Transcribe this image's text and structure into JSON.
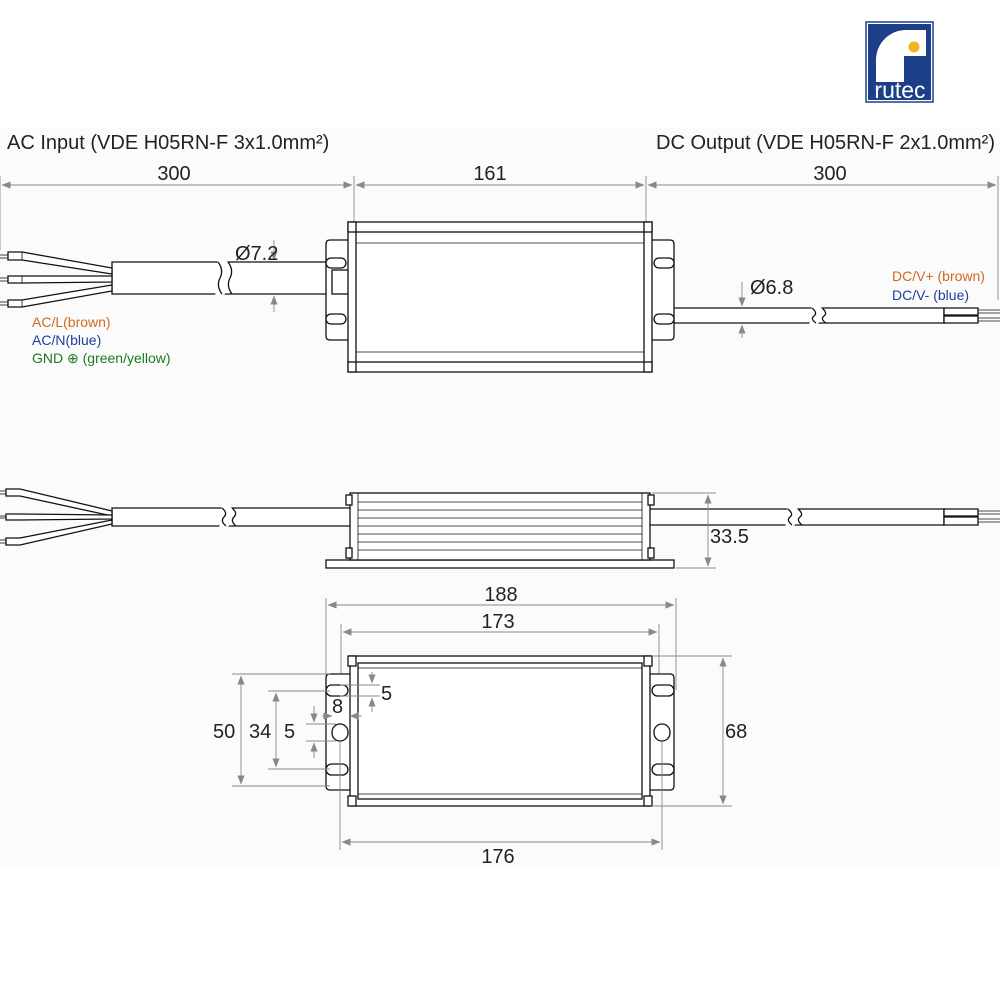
{
  "logo": {
    "text": "rutec",
    "colors": {
      "blue": "#1d3f8a",
      "yellow": "#f2b51e"
    }
  },
  "headers": {
    "ac_input": "AC Input (VDE H05RN-F 3x1.0mm²)",
    "dc_output": "DC Output (VDE H05RN-F 2x1.0mm²)"
  },
  "dims": {
    "ac_length": "300",
    "body_length": "161",
    "dc_length": "300",
    "ac_diameter": "Ø7.2",
    "dc_diameter": "Ø6.8",
    "height": "33.5",
    "overall_length": "188",
    "mount_length": "173",
    "hole_pitch": "176",
    "width": "68",
    "w50": "50",
    "w34": "34",
    "w5a": "5",
    "w5b": "5",
    "w8": "8"
  },
  "wires": {
    "ac_l": {
      "text": "AC/L(brown)",
      "color": "#d2691e"
    },
    "ac_n": {
      "text": "AC/N(blue)",
      "color": "#1f3f99"
    },
    "gnd": {
      "text": "GND ⊕ (green/yellow)",
      "color": "#1e7a1e"
    },
    "dc_pos": {
      "text": "DC/V+ (brown)",
      "color": "#d2691e"
    },
    "dc_neg": {
      "text": "DC/V- (blue)",
      "color": "#1f3f99"
    }
  }
}
